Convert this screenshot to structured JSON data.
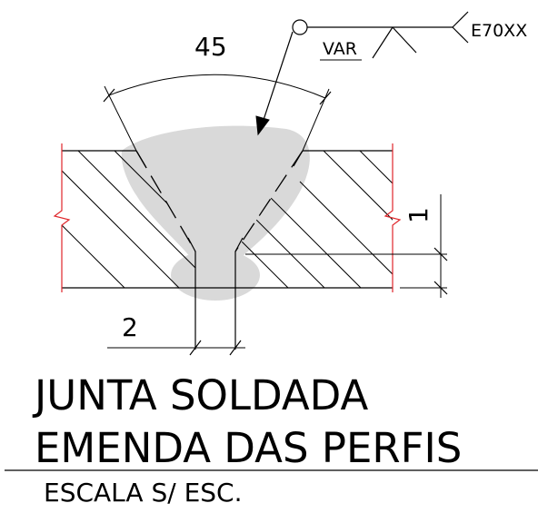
{
  "detail": {
    "bevel_angle": "45",
    "root_gap": "2",
    "root_face": "1"
  },
  "weld_symbol": {
    "tail_note": "VAR",
    "electrode": "E70XX"
  },
  "title": {
    "line1": "JUNTA SOLDADA",
    "line2": "EMENDA DAS PERFIS",
    "scale": "ESCALA S/ ESC."
  },
  "colors": {
    "weld_fill": "#d9d9d9",
    "break_line": "#e0262b",
    "ink": "#000000"
  }
}
